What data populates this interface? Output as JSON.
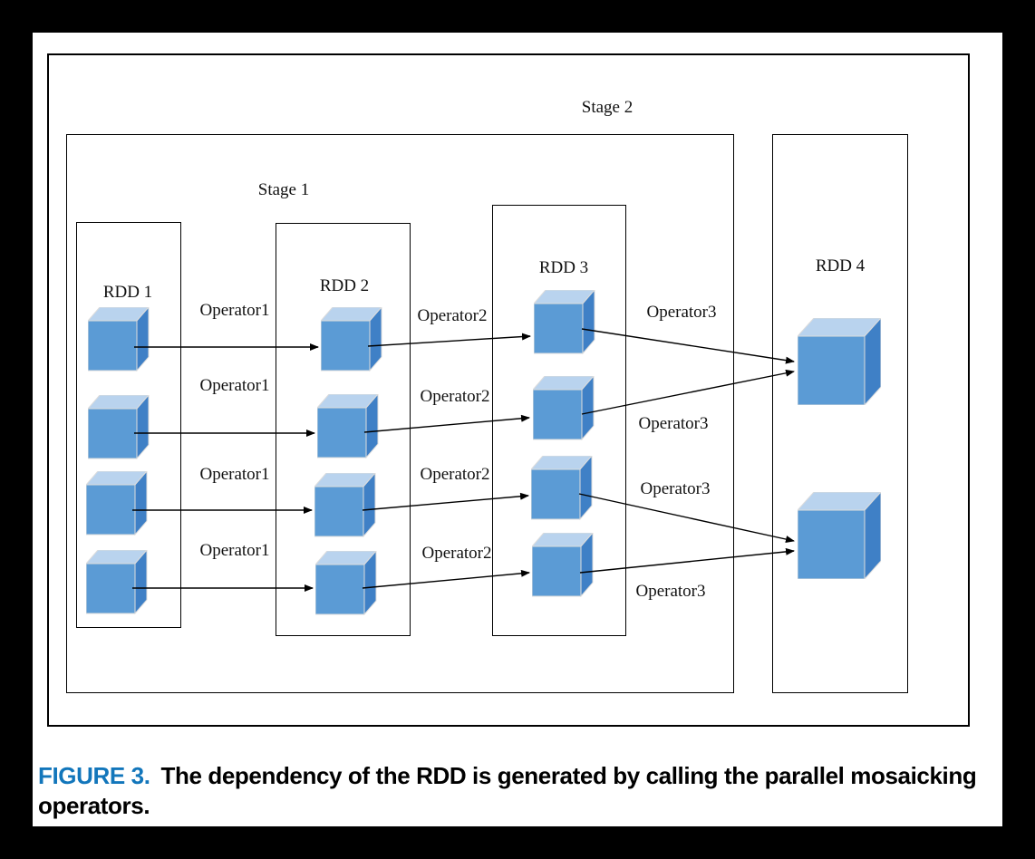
{
  "caption": {
    "tag": "FIGURE 3.",
    "text": "The dependency of the RDD is generated by calling the parallel mosaicking operators."
  },
  "stages": {
    "stage1": "Stage 1",
    "stage2": "Stage 2"
  },
  "rdds": [
    {
      "label": "RDD 1",
      "partitions": 4
    },
    {
      "label": "RDD 2",
      "partitions": 4
    },
    {
      "label": "RDD 3",
      "partitions": 4
    },
    {
      "label": "RDD 4",
      "partitions": 2
    }
  ],
  "edges": [
    {
      "from": "RDD 1 partition 1",
      "to": "RDD 2 partition 1",
      "label": "Operator1"
    },
    {
      "from": "RDD 1 partition 2",
      "to": "RDD 2 partition 2",
      "label": "Operator1"
    },
    {
      "from": "RDD 1 partition 3",
      "to": "RDD 2 partition 3",
      "label": "Operator1"
    },
    {
      "from": "RDD 1 partition 4",
      "to": "RDD 2 partition 4",
      "label": "Operator1"
    },
    {
      "from": "RDD 2 partition 1",
      "to": "RDD 3 partition 1",
      "label": "Operator2"
    },
    {
      "from": "RDD 2 partition 2",
      "to": "RDD 3 partition 2",
      "label": "Operator2"
    },
    {
      "from": "RDD 2 partition 3",
      "to": "RDD 3 partition 3",
      "label": "Operator2"
    },
    {
      "from": "RDD 2 partition 4",
      "to": "RDD 3 partition 4",
      "label": "Operator2"
    },
    {
      "from": "RDD 3 partition 1",
      "to": "RDD 4 partition 1",
      "label": "Operator3"
    },
    {
      "from": "RDD 3 partition 2",
      "to": "RDD 4 partition 1",
      "label": "Operator3"
    },
    {
      "from": "RDD 3 partition 3",
      "to": "RDD 4 partition 2",
      "label": "Operator3"
    },
    {
      "from": "RDD 3 partition 4",
      "to": "RDD 4 partition 2",
      "label": "Operator3"
    }
  ],
  "colors": {
    "cube_front": "#5b9bd5",
    "cube_top": "#b9d3ee",
    "cube_side": "#3f80c6",
    "caption_tag": "#1276bb",
    "line": "#000000",
    "frame": "#000000",
    "panel": "#ffffff"
  }
}
